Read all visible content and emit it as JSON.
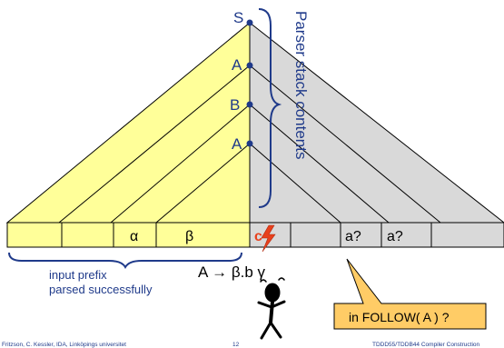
{
  "nodes": {
    "top": "S",
    "first": "A",
    "second": "B",
    "third": "A"
  },
  "stack_label": "Parser stack contents",
  "input_cells": {
    "alpha": "α",
    "beta": "β",
    "current": "c",
    "lookahead_1": "a?",
    "lookahead_2": "a?"
  },
  "prefix_caption": {
    "line1": "input prefix",
    "line2": "parsed successfully"
  },
  "production": "A → β.b γ",
  "callout": "in FOLLOW( A ) ?",
  "footer": {
    "left": "Fritzson, C. Kessler, IDA, Linköpings universitet",
    "page": "12",
    "right": "TDDD55/TDDB44 Compiler Construction"
  },
  "colors": {
    "parsed_fill": "#ffff99",
    "unparsed_fill": "#d9d9d9",
    "ink": "#1f3a8a",
    "callout_fill": "#ffcc66",
    "error": "#e8401c"
  },
  "icons": [
    "lightning-icon",
    "confused-stick-figure-icon"
  ]
}
